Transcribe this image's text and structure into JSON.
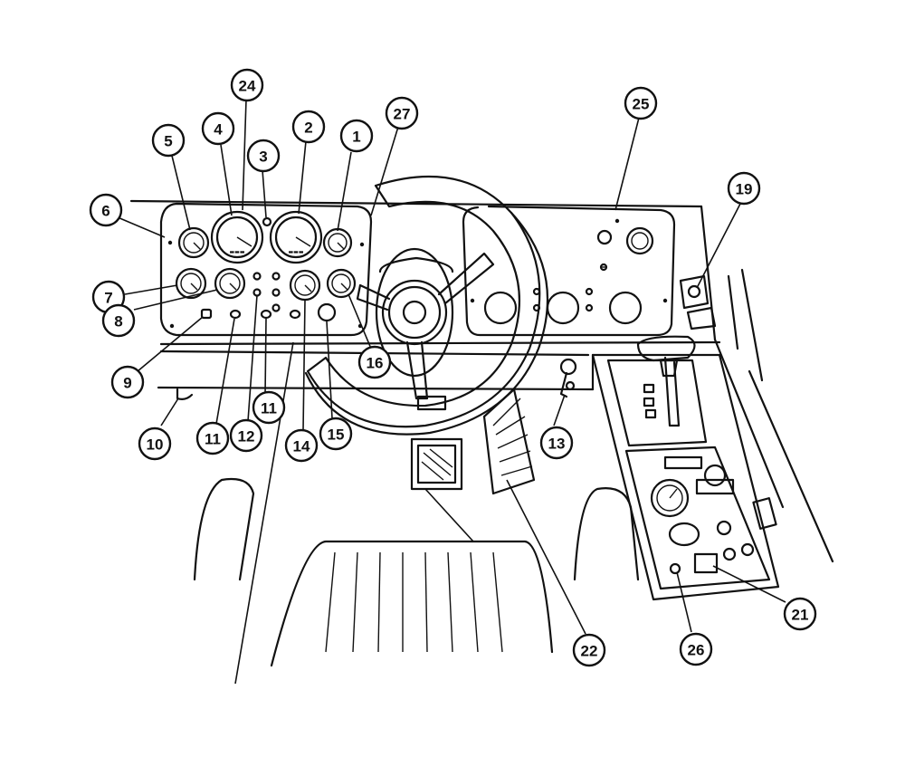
{
  "callouts": [
    {
      "id": "c1",
      "label": "1"
    },
    {
      "id": "c2",
      "label": "2"
    },
    {
      "id": "c3",
      "label": "3"
    },
    {
      "id": "c4",
      "label": "4"
    },
    {
      "id": "c5",
      "label": "5"
    },
    {
      "id": "c6",
      "label": "6"
    },
    {
      "id": "c7",
      "label": "7"
    },
    {
      "id": "c8",
      "label": "8"
    },
    {
      "id": "c9",
      "label": "9"
    },
    {
      "id": "c10",
      "label": "10"
    },
    {
      "id": "c11a",
      "label": "11"
    },
    {
      "id": "c11b",
      "label": "11"
    },
    {
      "id": "c12",
      "label": "12"
    },
    {
      "id": "c13",
      "label": "13"
    },
    {
      "id": "c14",
      "label": "14"
    },
    {
      "id": "c15",
      "label": "15"
    },
    {
      "id": "c16",
      "label": "16"
    },
    {
      "id": "c19",
      "label": "19"
    },
    {
      "id": "c21",
      "label": "21"
    },
    {
      "id": "c22",
      "label": "22"
    },
    {
      "id": "c24",
      "label": "24"
    },
    {
      "id": "c25",
      "label": "25"
    },
    {
      "id": "c26",
      "label": "26"
    },
    {
      "id": "c27",
      "label": "27"
    }
  ]
}
